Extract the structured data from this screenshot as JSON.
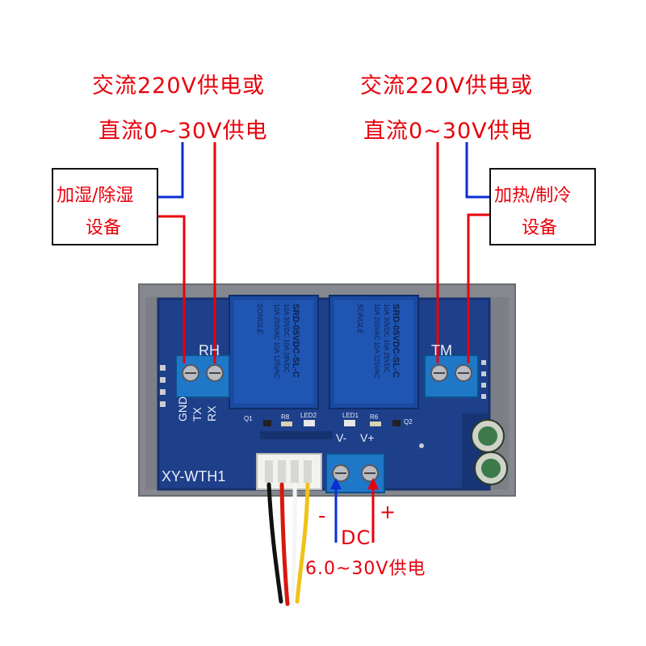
{
  "left_supply": {
    "line1": "交流220V供电或",
    "line2": "直流0~30V供电"
  },
  "right_supply": {
    "line1": "交流220V供电或",
    "line2": "直流0~30V供电"
  },
  "left_device": {
    "line1": "加湿/除湿",
    "line2": "设备"
  },
  "right_device": {
    "line1": "加热/制冷",
    "line2": "设备"
  },
  "board": {
    "model": "XY-WTH1",
    "relay_left_label": "RH",
    "relay_right_label": "TM",
    "relay_brand": "SONGLE",
    "relay_part": "SRD-05VDC-SL-C",
    "relay_rating_1": "10A 250VAC  10A 125VAC",
    "relay_rating_2": "10A 30VDC  10A 28VDC",
    "pin_gnd": "GND",
    "pin_tx": "TX",
    "pin_rx": "RX",
    "led_left": "LED2",
    "led_right": "LED1",
    "r_left": "R8",
    "r_right": "R6",
    "q_left": "Q1",
    "q_right": "Q2",
    "power_minus": "V-",
    "power_plus": "V+"
  },
  "dc_input": {
    "minus": "-",
    "plus": "+",
    "label": "DC",
    "range": "6.0~30V供电"
  },
  "colors": {
    "annotation": "#e8000b",
    "wire_blue": "#0a2dd8",
    "wire_red": "#e8000b",
    "pcb": "#1e3f8a",
    "case": "#8a8d93"
  }
}
